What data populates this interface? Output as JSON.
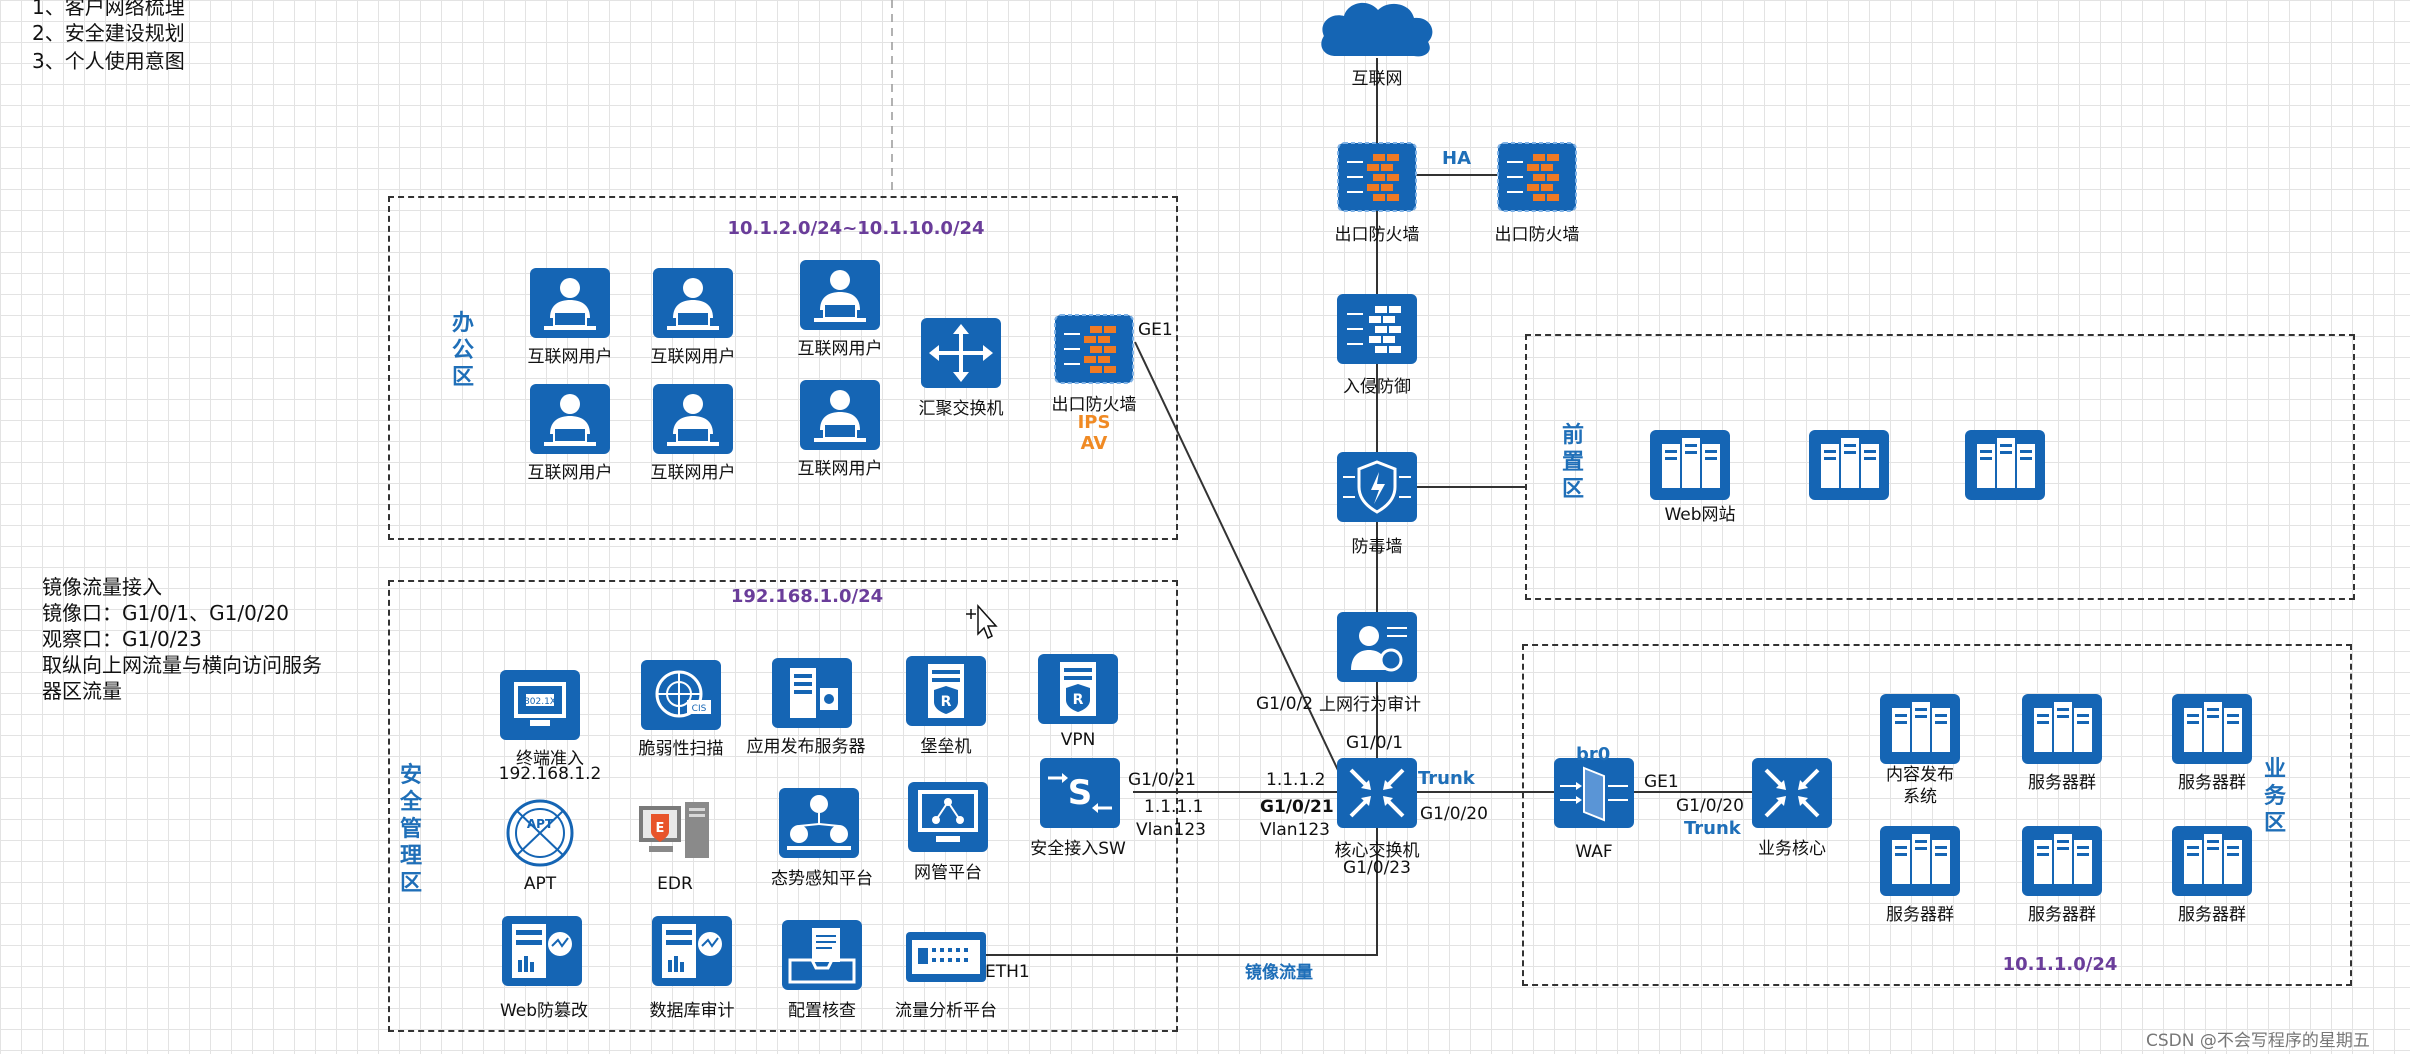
{
  "notes": {
    "line1": "1、客户网络梳理",
    "line2": "2、安全建设规划",
    "line3": "3、个人使用意图"
  },
  "mirror_note": {
    "line1": "镜像流量接入",
    "line2": "镜像口：G1/0/1、G1/0/20",
    "line3": "观察口：G1/0/23",
    "line4": "取纵向上网流量与横向访问服务",
    "line5": "器区流量"
  },
  "zones": {
    "office": {
      "name_chars": [
        "办",
        "公",
        "区"
      ],
      "subnet": "10.1.2.0/24~10.1.10.0/24"
    },
    "security": {
      "name_chars": [
        "安",
        "全",
        "管",
        "理",
        "区"
      ],
      "subnet": "192.168.1.0/24"
    },
    "front": {
      "name_chars": [
        "前",
        "置",
        "区"
      ]
    },
    "business": {
      "name_chars": [
        "业",
        "务",
        "区"
      ],
      "subnet": "10.1.1.0/24"
    }
  },
  "top_chain": {
    "internet": "互联网",
    "fw_main": "出口防火墙",
    "ha": "HA",
    "fw_backup": "出口防火墙",
    "ips": "入侵防御",
    "antivirus": "防毒墙",
    "audit": "上网行为审计"
  },
  "office_nodes": {
    "users": [
      "互联网用户",
      "互联网用户",
      "互联网用户",
      "互联网用户",
      "互联网用户",
      "互联网用户"
    ],
    "agg_switch": "汇聚交换机",
    "office_fw": "出口防火墙",
    "fw_ips": "IPS",
    "fw_av": "AV",
    "ge1": "GE1"
  },
  "security_nodes": {
    "nac": "终端准入",
    "nac_ip": "192.168.1.2",
    "vuln_scan": "脆弱性扫描",
    "app_server": "应用发布服务器",
    "bastion": "堡垒机",
    "vpn": "VPN",
    "apt": "APT",
    "edr": "EDR",
    "situation": "态势感知平台",
    "nms": "网管平台",
    "sec_sw": "安全接入SW",
    "web_tamper": "Web防篡改",
    "db_audit": "数据库审计",
    "config_check": "配置核查",
    "flow_analysis": "流量分析平台",
    "eth1": "ETH1",
    "mirror_flow": "镜像流量"
  },
  "core": {
    "name": "核心交换机",
    "g1_0_1": "G1/0/1",
    "g1_0_2": "G1/0/2",
    "g1_0_20": "G1/0/20",
    "g1_0_23": "G1/0/23",
    "trunk": "Trunk",
    "sw_port": "G1/0/21",
    "sw_ip": "1.1.1.1",
    "sw_vlan": "Vlan123",
    "core_ip": "1.1.1.2",
    "core_port": "G1/0/21",
    "core_vlan": "Vlan123"
  },
  "front_nodes": {
    "web_site": "Web网站"
  },
  "business_nodes": {
    "waf": "WAF",
    "br0": "br0",
    "ge1": "GE1",
    "biz_port": "G1/0/20",
    "biz_trunk": "Trunk",
    "biz_core": "业务核心",
    "content_pub_1": "内容发布",
    "content_pub_2": "系统",
    "servers": [
      "服务器群",
      "服务器群",
      "服务器群",
      "服务器群",
      "服务器群"
    ]
  },
  "icons": {
    "internet": "cloud-icon",
    "firewall": "firewall-icon",
    "ips": "ips-icon",
    "antivirus": "shield-icon",
    "audit": "user-audit-icon",
    "user": "user-terminal-icon",
    "switch": "switch-icon",
    "server": "server-icon",
    "waf": "waf-icon"
  },
  "colors": {
    "icon_blue": "#1565b4",
    "zone_name": "#1f6fb8",
    "subnet": "#6a3d9a",
    "accent_orange": "#f08a24",
    "grid": "#e3e3e3"
  },
  "watermark": "CSDN @不会写程序的星期五"
}
